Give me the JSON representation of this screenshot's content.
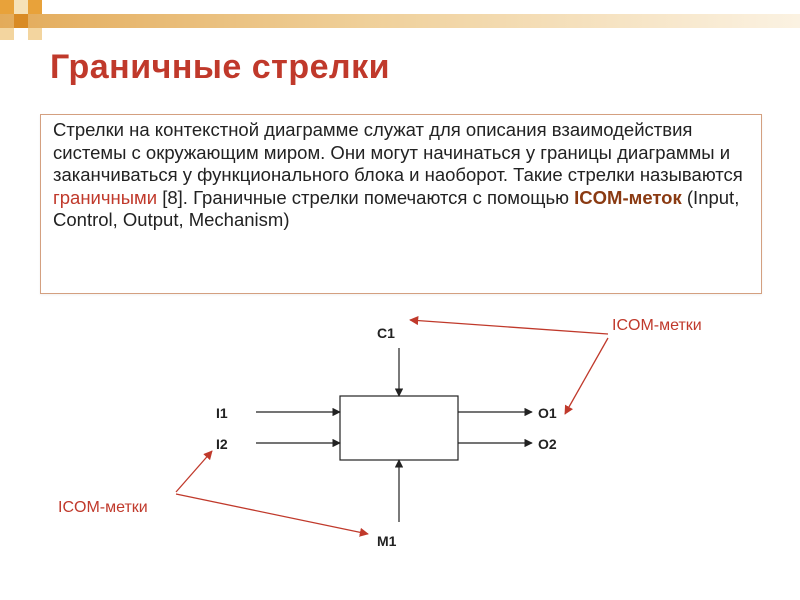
{
  "title": "Граничные стрелки",
  "paragraph": {
    "part1": "Стрелки на контекстной диаграмме служат для описания взаимодействия системы с окружающим миром. Они могут начинаться у границы диаграммы и заканчиваться у функционального блока и наоборот. Такие стрелки называются ",
    "highlight1": "граничными",
    "part2": " [8]. Граничные стрелки помечаются с помощью ",
    "highlight2": "ICOM-меток",
    "part3": " (Input, Control, Output, Mechanism)"
  },
  "diagram": {
    "labels": {
      "control": "C1",
      "input1": "I1",
      "input2": "I2",
      "output1": "O1",
      "output2": "O2",
      "mechanism": "M1"
    },
    "callouts": {
      "top_right": "ICOM-метки",
      "bottom_left": "ICOM-метки"
    }
  },
  "colors": {
    "accent_red": "#c0392b",
    "accent_brown": "#8a3a12",
    "decor_orange": "#e8a23a",
    "decor_light": "#f6e2b8"
  }
}
